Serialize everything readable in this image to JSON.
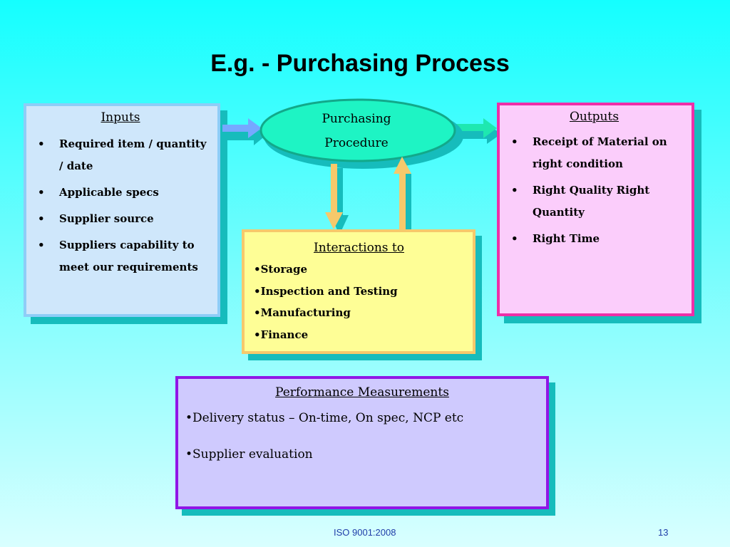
{
  "title": "E.g. - Purchasing Process",
  "inputs": {
    "heading": "Inputs",
    "items": [
      "Required item / quantity / date",
      "Applicable specs",
      "Supplier source",
      "Suppliers capability to meet our requirements"
    ]
  },
  "procedure": {
    "line1": "Purchasing",
    "line2": "Procedure"
  },
  "outputs": {
    "heading": "Outputs",
    "items": [
      "Receipt of Material on right condition",
      "Right Quality Right Quantity",
      "Right Time"
    ]
  },
  "interactions": {
    "heading": "Interactions to",
    "items": [
      "•Storage",
      "•Inspection and Testing",
      "•Manufacturing",
      "•Finance"
    ]
  },
  "performance": {
    "heading": "Performance Measurements",
    "items": [
      "•Delivery status – On-time, On spec, NCP etc",
      "•Supplier evaluation"
    ]
  },
  "footer": {
    "left": "ISO 9001:2008",
    "right": "13"
  },
  "colors": {
    "background": "#14ffff",
    "inputs_fill": "#cfe7fb",
    "inputs_border": "#8ecdf7",
    "outputs_fill": "#fbcdfb",
    "outputs_border": "#ee2fa8",
    "interactions_fill": "#fefe96",
    "interactions_border": "#f6c96b",
    "performance_fill": "#cfcafe",
    "performance_border": "#9016e6",
    "procedure_fill": "#1ef4c4",
    "shadow": "#16bcbc",
    "footer_text": "#1f3da8"
  }
}
